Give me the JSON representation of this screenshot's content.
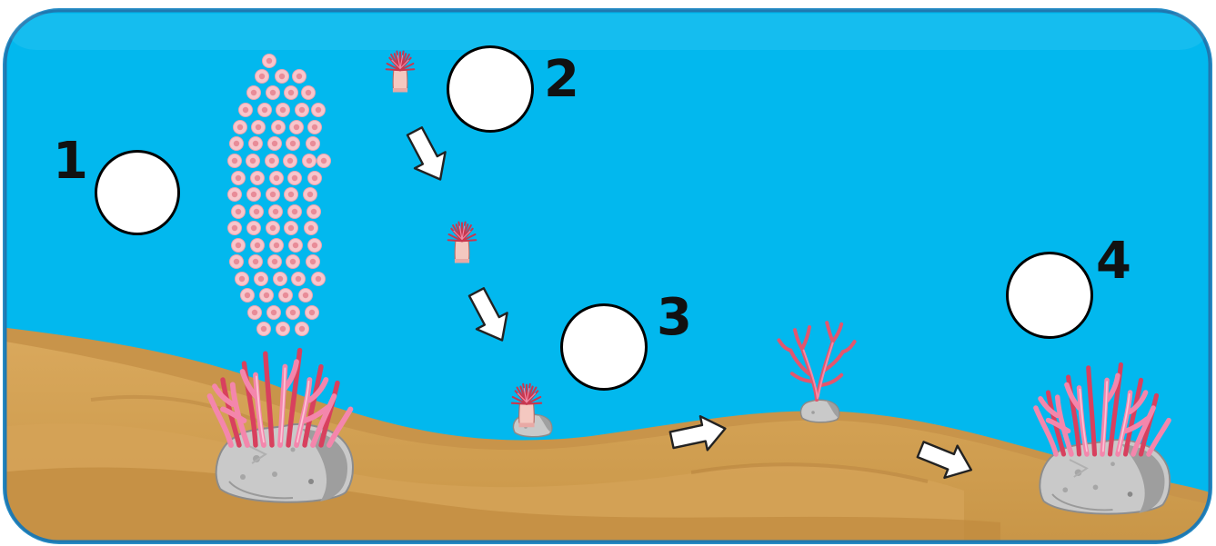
{
  "diagram": {
    "stages": [
      {
        "number": "1",
        "depicts": "coral-spawning-eggs"
      },
      {
        "number": "2",
        "depicts": "free-swimming-polyp"
      },
      {
        "number": "3",
        "depicts": "polyp-settles-on-rock"
      },
      {
        "number": "4",
        "depicts": "mature-coral-colony"
      }
    ],
    "colors": {
      "water": "#02B8EE",
      "sand_light": "#D7A659",
      "sand_dark": "#BD8A40",
      "coral_pink": "#F080A8",
      "coral_red": "#D94A62",
      "rock": "#BDBDBD",
      "frame": "#2A8FC8"
    },
    "icons": [
      "egg-cluster-icon",
      "polyp-icon",
      "arrow-icon",
      "rock-icon",
      "coral-icon"
    ]
  }
}
